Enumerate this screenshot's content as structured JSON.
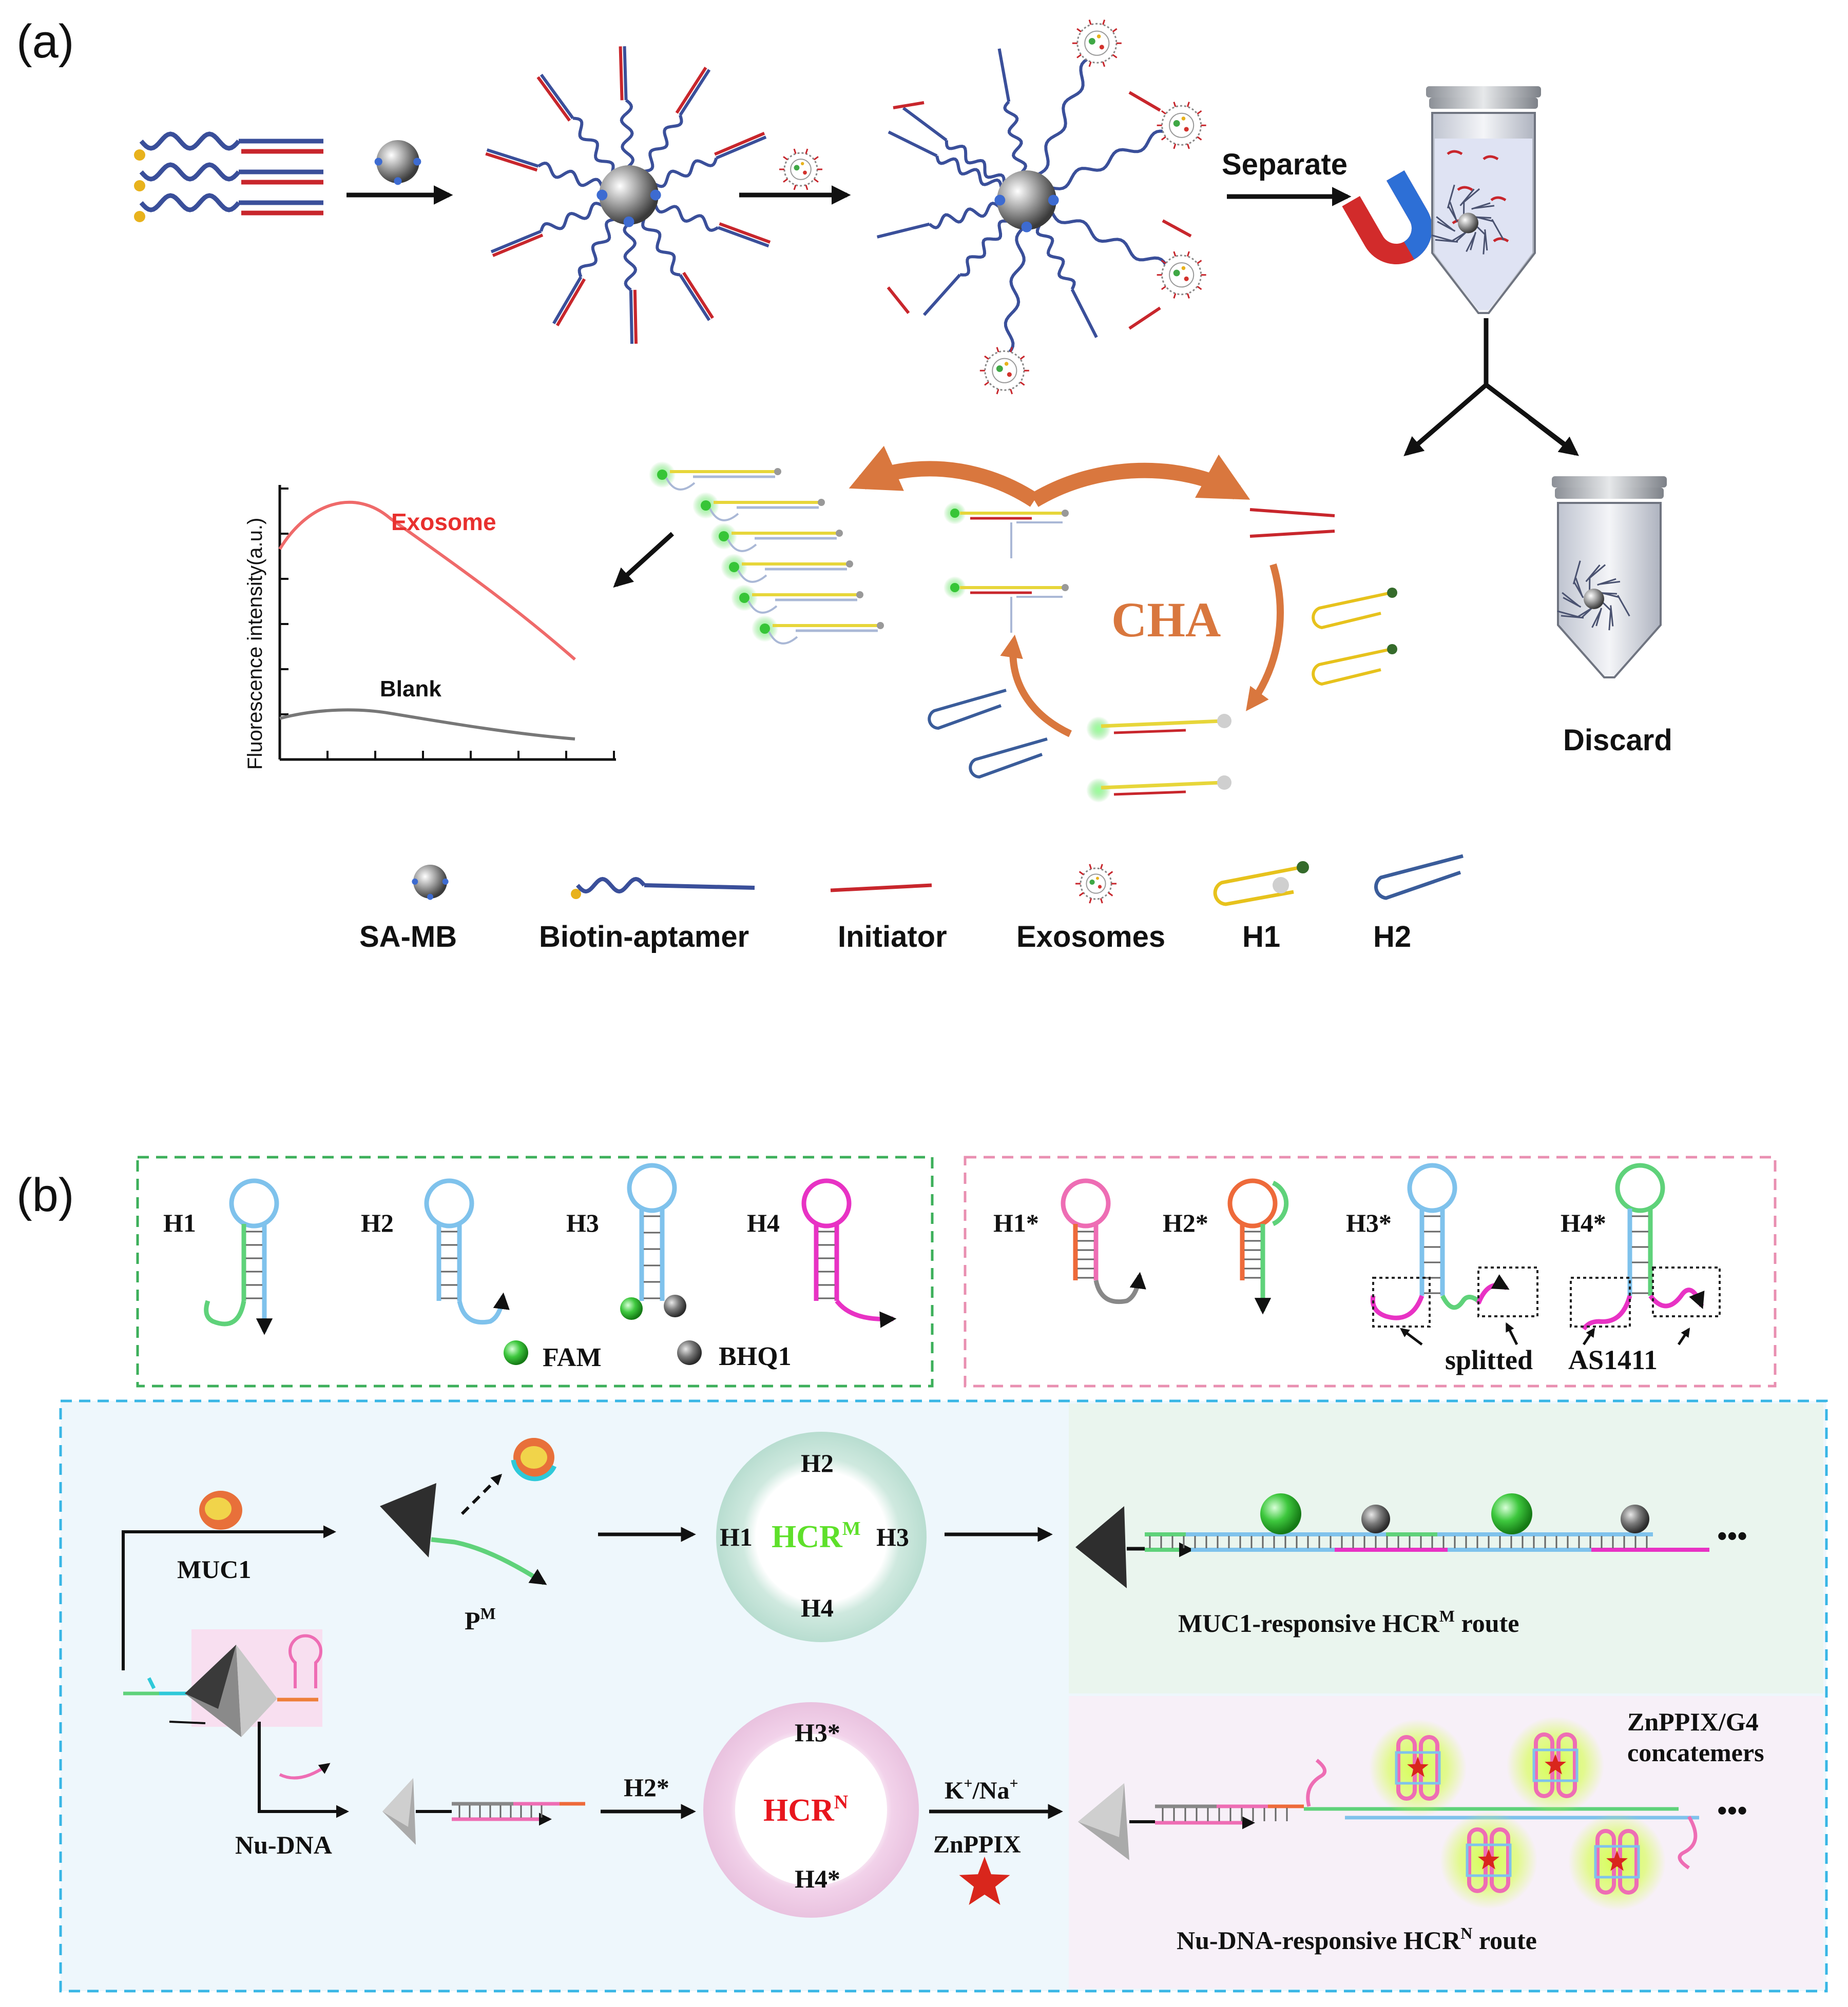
{
  "panel_a": {
    "label": "(a)",
    "separate": "Separate",
    "cha": "CHA",
    "discard": "Discard",
    "plot": {
      "ylabel": "Fluorescence intensity(a.u.)",
      "exosome": "Exosome",
      "blank": "Blank"
    },
    "legend": {
      "samb": "SA-MB",
      "biotin": "Biotin-aptamer",
      "initiator": "Initiator",
      "exosomes": "Exosomes",
      "h1": "H1",
      "h2": "H2"
    }
  },
  "panel_b": {
    "label": "(b)",
    "hairpins_left": {
      "h1": "H1",
      "h2": "H2",
      "h3": "H3",
      "h4": "H4",
      "fam": "FAM",
      "bhq1": "BHQ1"
    },
    "hairpins_right": {
      "h1s": "H1*",
      "h2s": "H2*",
      "h3s": "H3*",
      "h4s": "H4*",
      "splitted": "splitted",
      "as1411": "AS1411"
    },
    "muc1": "MUC1",
    "pm_base": "P",
    "pm_sup": "M",
    "hcrm": {
      "base": "HCR",
      "sup": "M",
      "h1": "H1",
      "h2": "H2",
      "h3": "H3",
      "h4": "H4"
    },
    "route_m": {
      "pre": "MUC1-responsive HCR",
      "sup": "M",
      "post": " route"
    },
    "nudna": "Nu-DNA",
    "h2s_label": "H2*",
    "hcrn": {
      "base": "HCR",
      "sup": "N",
      "h3s": "H3*",
      "h4s": "H4*"
    },
    "kna": {
      "k": "K",
      "kplus": "+",
      "slash": "/Na",
      "naplus": "+"
    },
    "znppix": "ZnPPIX",
    "znppix_g4": "ZnPPIX/G4",
    "concatemers": "concatemers",
    "route_n": {
      "pre": "Nu-DNA-responsive HCR",
      "sup": "N",
      "post": " route"
    },
    "ellipsis": "•••"
  },
  "colors": {
    "dna_blue": "#3a4f9a",
    "dna_red": "#c8262c",
    "light_blue": "#7fc2ec",
    "green": "#5fd27a",
    "magenta": "#e832c4",
    "pink": "#ee6db4",
    "orange": "#ee6a3a",
    "cha_orange": "#d9773e",
    "green_box": "#3caf5a",
    "pink_box": "#e98fb1",
    "cyan_box": "#38b6e5"
  },
  "icons": [
    "magnetic-bead-icon",
    "exosome-icon",
    "magnet-icon",
    "tube-icon",
    "protein-icon",
    "tetrahedron-icon",
    "star-icon"
  ]
}
